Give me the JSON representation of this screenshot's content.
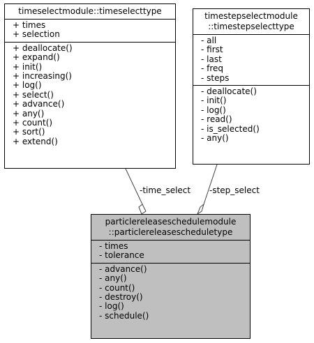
{
  "classes": {
    "timeselect": {
      "name": "timeselectmodule::timeselecttype",
      "attributes": [
        "+ times",
        "+ selection"
      ],
      "methods": [
        "+ deallocate()",
        "+ expand()",
        "+ init()",
        "+ increasing()",
        "+ log()",
        "+ select()",
        "+ advance()",
        "+ any()",
        "+ count()",
        "+ sort()",
        "+ extend()"
      ]
    },
    "timestepselect": {
      "name_line1": "timestepselectmodule",
      "name_line2": "::timestepselecttype",
      "attributes": [
        "- all",
        "- first",
        "- last",
        "- freq",
        "- steps"
      ],
      "methods": [
        "- deallocate()",
        "- init()",
        "- log()",
        "- read()",
        "- is_selected()",
        "- any()"
      ]
    },
    "particlerelease": {
      "name_line1": "particlereleaseschedulemodule",
      "name_line2": "::particlereleasescheduletype",
      "attributes": [
        "- times",
        "- tolerance"
      ],
      "methods": [
        "- advance()",
        "- any()",
        "- count()",
        "- destroy()",
        "- log()",
        "- schedule()"
      ]
    }
  },
  "relations": {
    "time_select_label": "-time_select",
    "step_select_label": "-step_select"
  }
}
